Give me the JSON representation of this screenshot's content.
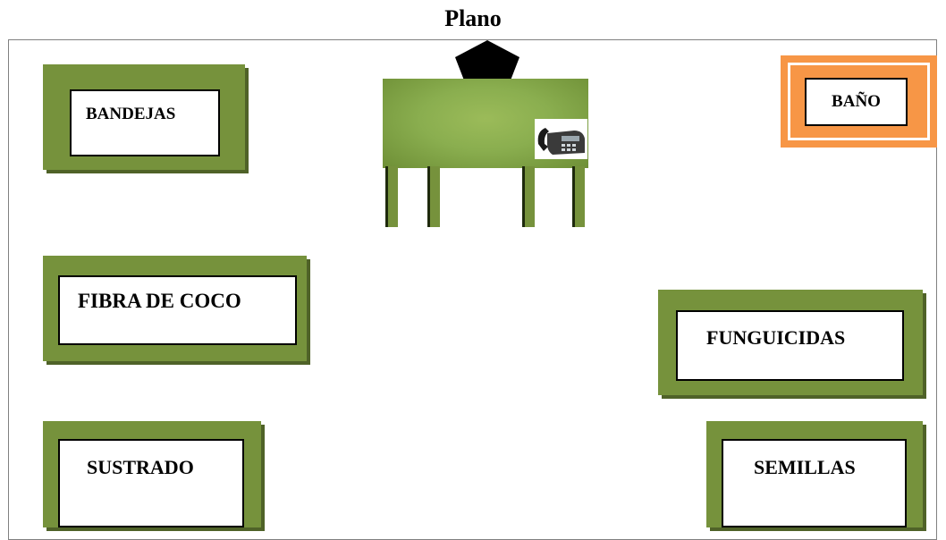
{
  "title": "Plano",
  "areas": {
    "bandejas": "BANDEJAS",
    "bano": "BAÑO",
    "fibra_de_coco": "FIBRA DE COCO",
    "funguicidas": "FUNGUICIDAS",
    "sustrado": "SUSTRADO",
    "semillas": "SEMILLAS"
  },
  "colors": {
    "shelf_green": "#76923c",
    "desk_green": "#9bbb59",
    "bano_orange": "#f79646"
  },
  "icons": {
    "desk_chair": "pentagon-icon",
    "desk_phone": "telephone-icon"
  }
}
